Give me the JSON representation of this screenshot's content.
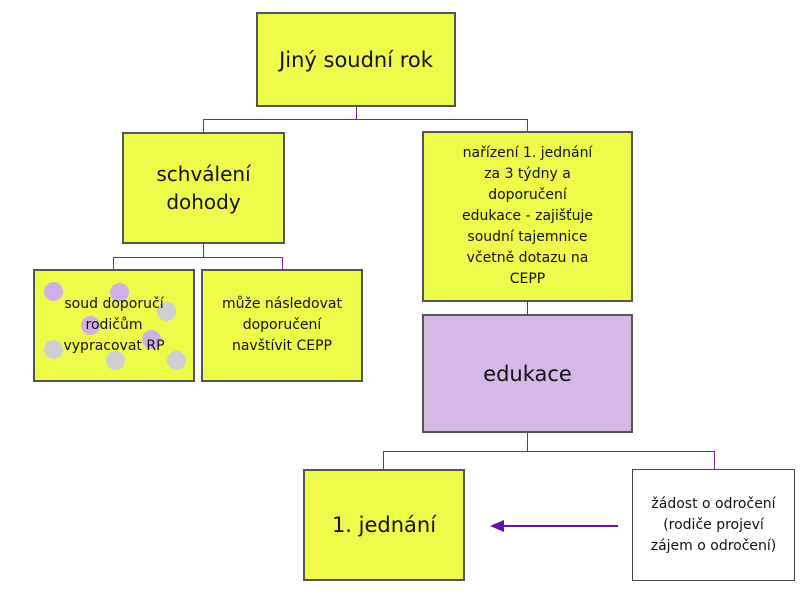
{
  "diagram": {
    "root": "Jiný soudní rok",
    "branch_left": "schválení\ndohody",
    "branch_right": "nařízení 1. jednání\nza 3 týdny a\ndoporučení\nedukace - zajišťuje\nsoudní tajemnice\nvčetně dotazu na\nCEPP",
    "leaf_court_recommends": "soud doporučí\nrodičům\nvypracovat RP",
    "leaf_may_follow": "může následovat\ndoporučení\nnavštívit CEPP",
    "education": "edukace",
    "first_hearing": "1. jednání",
    "postponement_request": "žádost o odročení\n(rodiče projeví\nzájem o odročení)"
  },
  "colors": {
    "box_yellow": "#eefb4a",
    "box_purple": "#d6b8e6",
    "connector": "#7a1f9c",
    "border": "#555555"
  }
}
